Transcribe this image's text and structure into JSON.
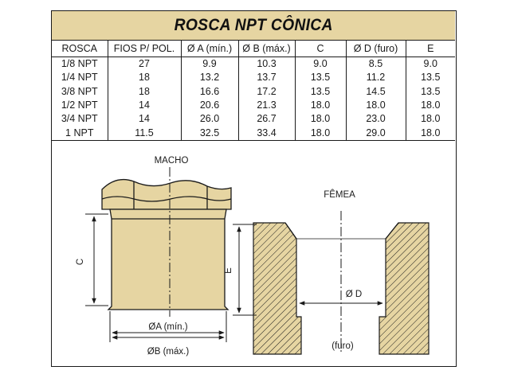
{
  "title": "ROSCA NPT CÔNICA",
  "table": {
    "headers": [
      "ROSCA",
      "FIOS P/ POL.",
      "Ø A (mín.)",
      "Ø B (máx.)",
      "C",
      "Ø D (furo)",
      "E"
    ],
    "rows": [
      [
        "1/8 NPT",
        "27",
        "9.9",
        "10.3",
        "9.0",
        "8.5",
        "9.0"
      ],
      [
        "1/4 NPT",
        "18",
        "13.2",
        "13.7",
        "13.5",
        "11.2",
        "13.5"
      ],
      [
        "3/8 NPT",
        "18",
        "16.6",
        "17.2",
        "13.5",
        "14.5",
        "13.5"
      ],
      [
        "1/2 NPT",
        "14",
        "20.6",
        "21.3",
        "18.0",
        "18.0",
        "18.0"
      ],
      [
        "3/4 NPT",
        "14",
        "26.0",
        "26.7",
        "18.0",
        "23.0",
        "18.0"
      ],
      [
        "1 NPT",
        "11.5",
        "32.5",
        "33.4",
        "18.0",
        "29.0",
        "18.0"
      ]
    ]
  },
  "drawing": {
    "macho_label": "MACHO",
    "femea_label": "FÊMEA",
    "dim_c": "C",
    "dim_a": "ØA (mín.)",
    "dim_b": "ØB (máx.)",
    "dim_e": "E",
    "dim_d": "Ø D",
    "furo": "(furo)"
  },
  "colors": {
    "header_band": "#e6d5a2",
    "metal_fill": "#e6d5a2",
    "line": "#1a1a1a"
  }
}
